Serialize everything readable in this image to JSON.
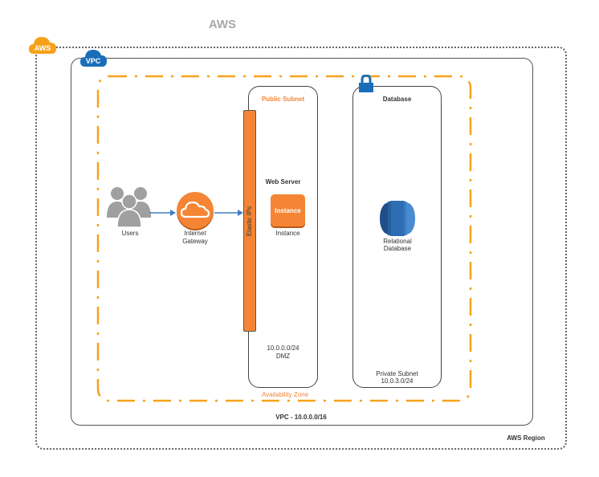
{
  "title": "AWS",
  "badges": {
    "aws": "AWS",
    "vpc": "VPC"
  },
  "colors": {
    "aws_orange": "#f7a11a",
    "instance_orange": "#f58534",
    "vpc_blue": "#1a6eb8",
    "users_gray": "#a0a0a0",
    "db_blue": "#2d6db3"
  },
  "region": {
    "label": "AWS Region"
  },
  "vpc": {
    "label": "VPC - 10.0.0.0/16"
  },
  "availability_zone": {
    "label": "Availability Zone"
  },
  "public_subnet": {
    "title": "Public Subnet",
    "section": "Web Server",
    "instance_badge": "Instance",
    "instance_label": "Instance",
    "cidr": "10.0.0.0/24",
    "zone": "DMZ"
  },
  "elastic_ips": {
    "label": "Elastic IPs"
  },
  "users": {
    "label": "Users"
  },
  "gateway": {
    "label_line1": "Internet",
    "label_line2": "Gateway"
  },
  "database_subnet": {
    "title": "Database",
    "db_label_line1": "Relational",
    "db_label_line2": "Database",
    "footer_line1": "Private Subnet",
    "footer_line2": "10.0.3.0/24"
  }
}
